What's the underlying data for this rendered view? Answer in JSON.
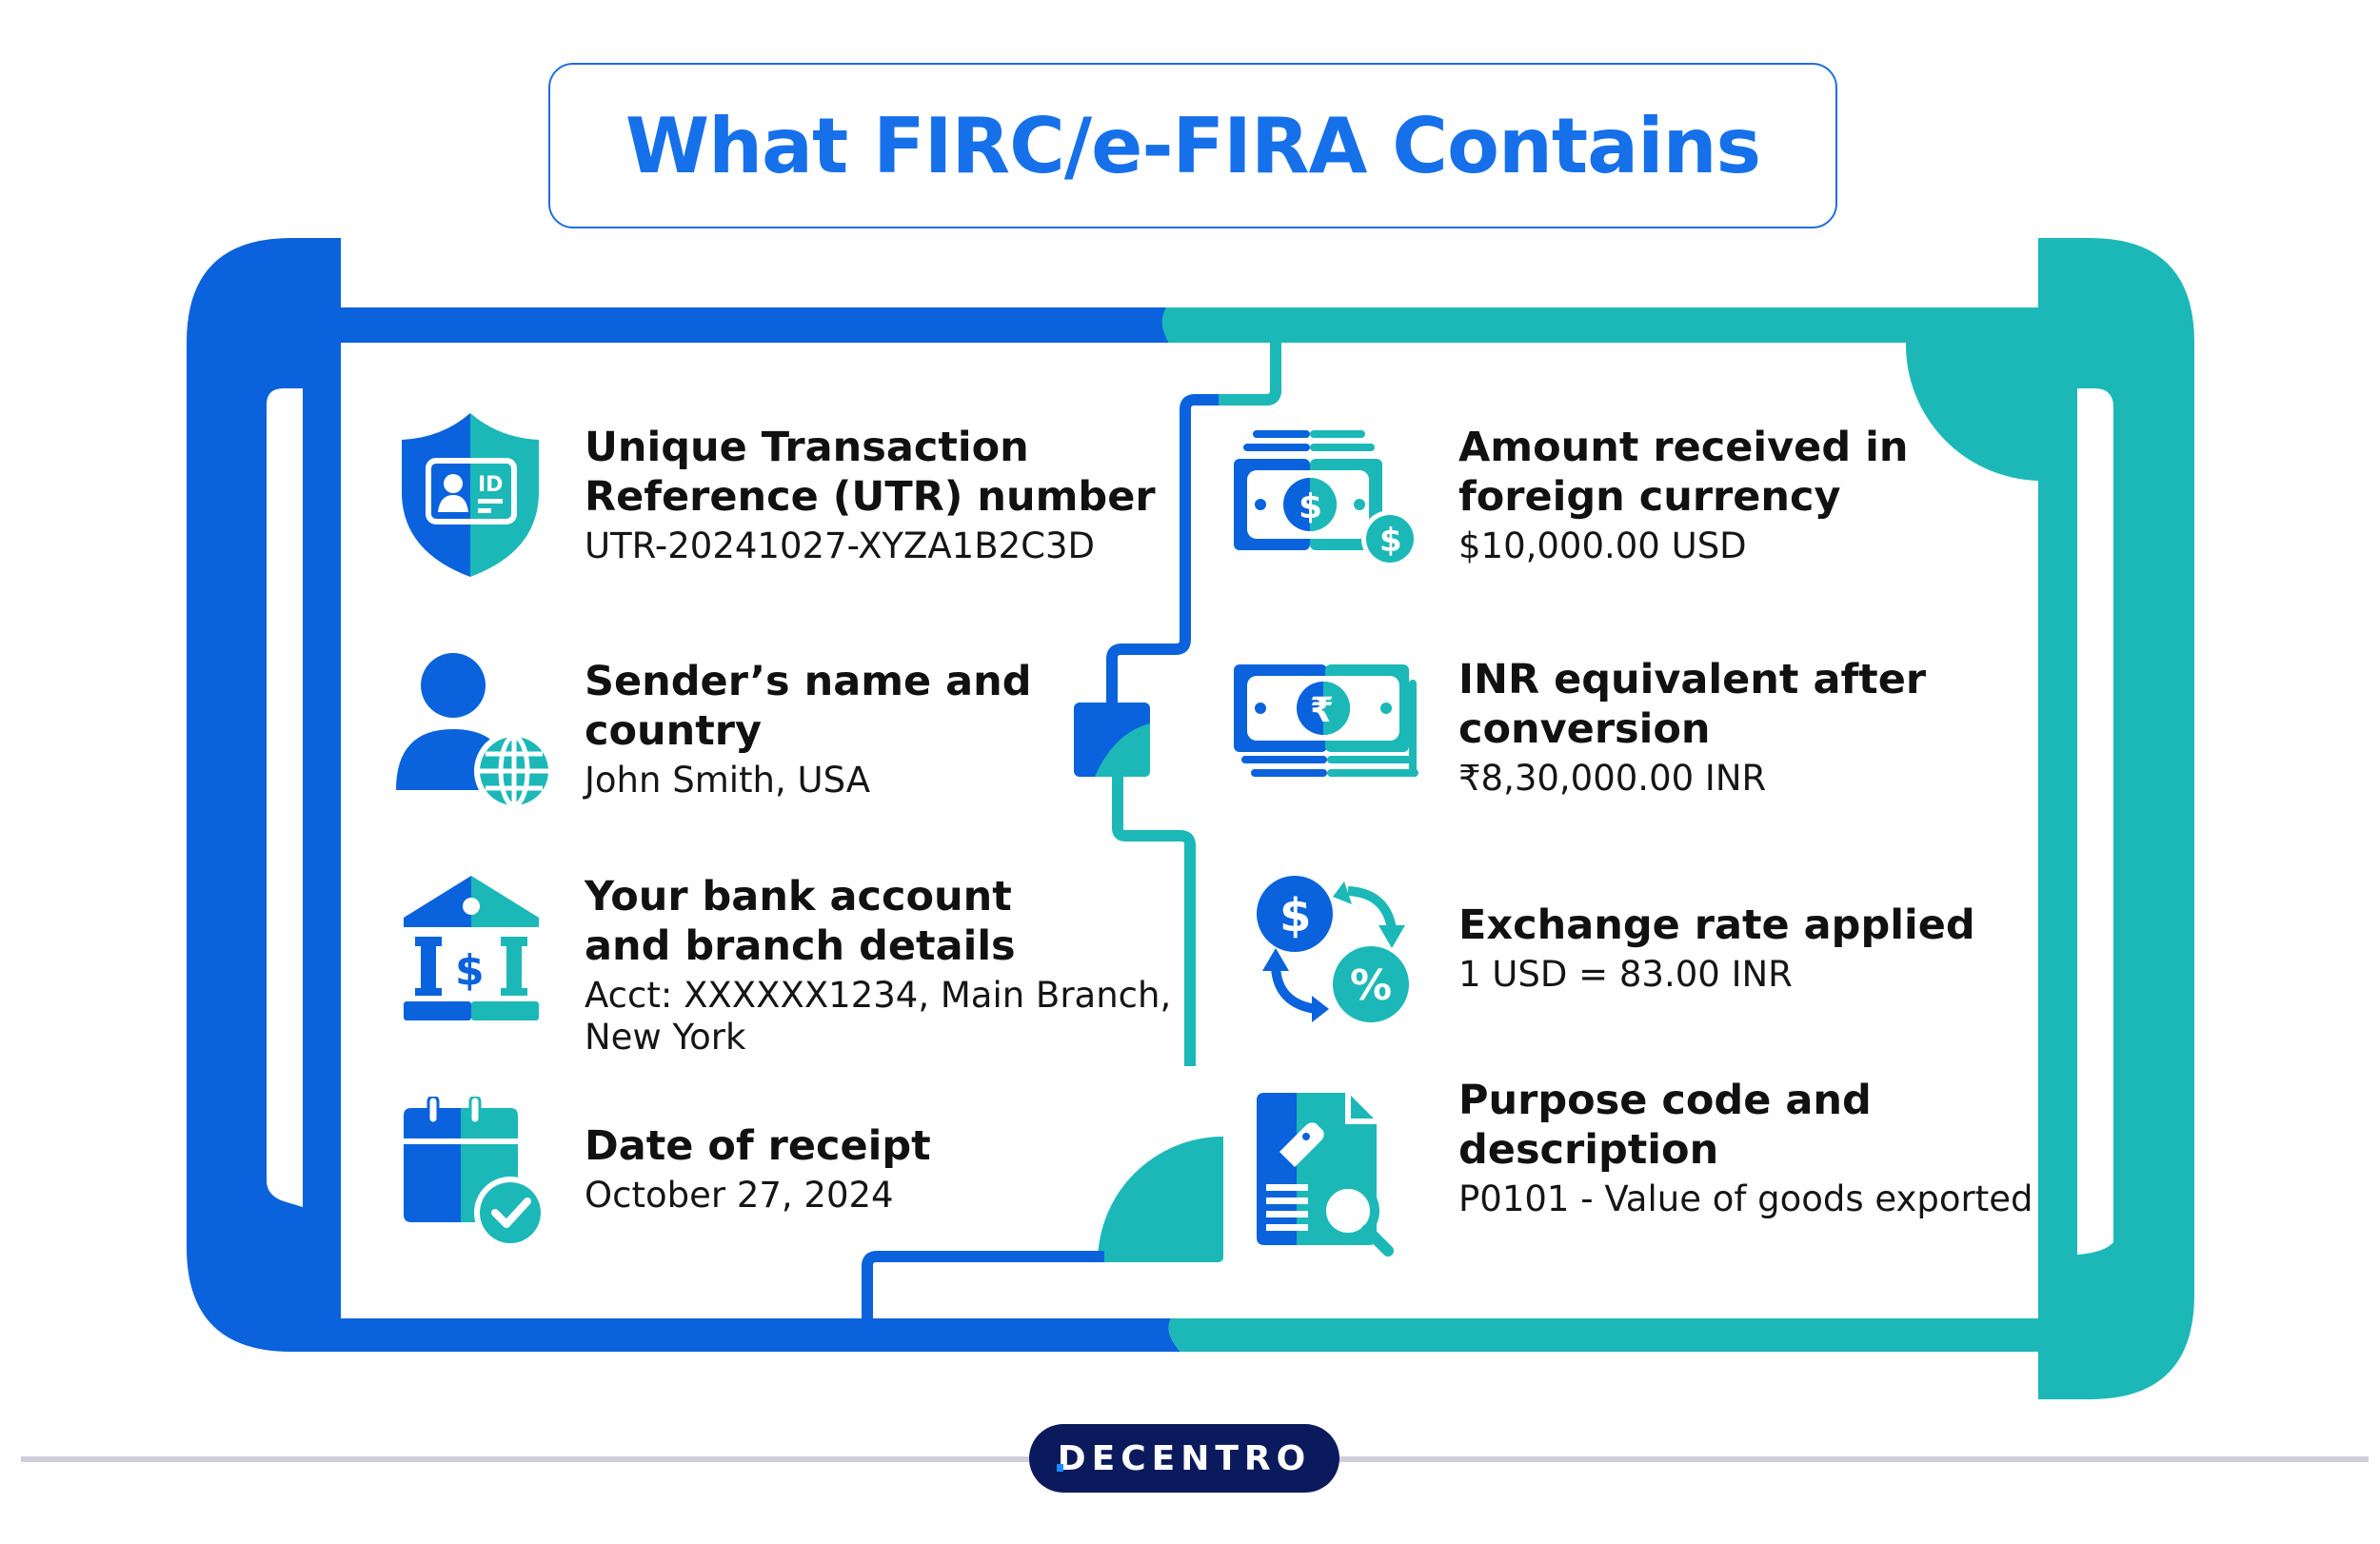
{
  "title": "What FIRC/e-FIRA Contains",
  "colors": {
    "blue": "#0a62dc",
    "teal": "#1cb8b8",
    "title_blue": "#1670ea",
    "footer_navy": "#0b1a5c",
    "footer_line": "#cfcfdb"
  },
  "left_items": [
    {
      "icon": "shield-id-icon",
      "heading": "Unique Transaction\nReference (UTR) number",
      "value": "UTR-20241027-XYZA1B2C3D"
    },
    {
      "icon": "user-globe-icon",
      "heading": "Sender’s name and\ncountry",
      "value": "John Smith, USA"
    },
    {
      "icon": "bank-icon",
      "heading": "Your bank account\nand branch details",
      "value": "Acct: XXXXXX1234, Main Branch,\nNew York"
    },
    {
      "icon": "calendar-check-icon",
      "heading": "Date of receipt",
      "value": "October 27, 2024"
    }
  ],
  "right_items": [
    {
      "icon": "dollar-bills-icon",
      "heading": "Amount received in\nforeign currency",
      "value": "$10,000.00 USD"
    },
    {
      "icon": "rupee-bills-icon",
      "heading": "INR equivalent after\nconversion",
      "value": "₹8,30,000.00 INR"
    },
    {
      "icon": "currency-exchange-icon",
      "heading": "Exchange rate applied",
      "value": "1 USD = 83.00 INR"
    },
    {
      "icon": "document-search-icon",
      "heading": "Purpose code and\ndescription",
      "value": "P0101 - Value of goods exported"
    }
  ],
  "footer": {
    "brand": "DECENTRO"
  }
}
